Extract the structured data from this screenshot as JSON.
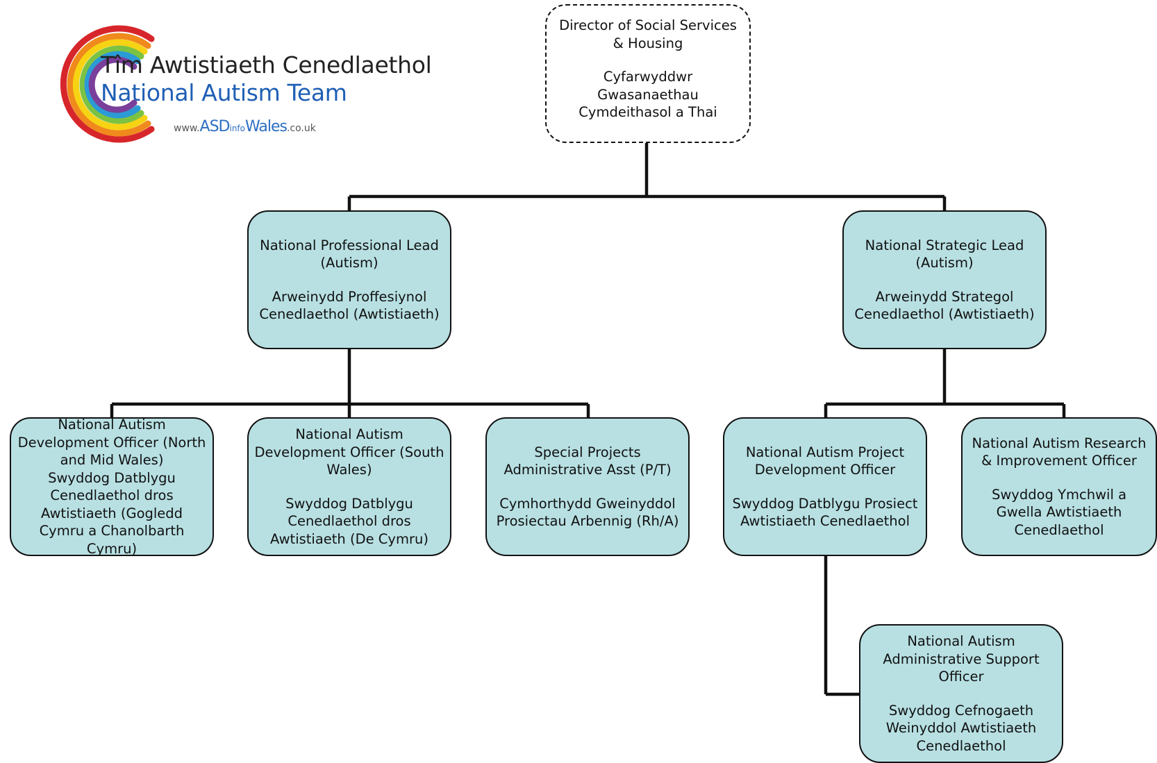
{
  "logo": {
    "welsh": "Tîm Awtistiaeth Cenedlaethol",
    "english": "National Autism Team",
    "url_prefix": "www.",
    "url_asd": "ASD",
    "url_info": "info",
    "url_wales": "Wales",
    "url_suffix": ".co.uk",
    "ring_colors": [
      "#d7262b",
      "#f08a1c",
      "#f6d313",
      "#7cc242",
      "#2b9bd6",
      "#7a3f9a"
    ]
  },
  "nodes": {
    "director": {
      "en": "Director of Social Services & Housing",
      "cy": "Cyfarwyddwr Gwasanaethau Cymdeithasol a Thai"
    },
    "professional_lead": {
      "en": "National Professional Lead (Autism)",
      "cy": "Arweinydd Proffesiynol Cenedlaethol (Awtistiaeth)"
    },
    "strategic_lead": {
      "en": "National Strategic Lead (Autism)",
      "cy": "Arweinydd Strategol Cenedlaethol (Awtistiaeth)"
    },
    "dev_officer_north": {
      "en": "National Autism Development Officer (North and Mid Wales)",
      "cy": "Swyddog Datblygu Cenedlaethol dros Awtistiaeth (Gogledd Cymru a Chanolbarth Cymru)"
    },
    "dev_officer_south": {
      "en": "National Autism Development Officer (South Wales)",
      "cy": "Swyddog Datblygu Cenedlaethol dros Awtistiaeth (De Cymru)"
    },
    "special_projects": {
      "en": "Special Projects Administrative Asst (P/T)",
      "cy": "Cymhorthydd Gweinyddol Prosiectau Arbennig (Rh/A)"
    },
    "project_dev_officer": {
      "en": "National Autism Project Development Officer",
      "cy": "Swyddog Datblygu Prosiect Awtistiaeth Cenedlaethol"
    },
    "research_officer": {
      "en": "National Autism Research & Improvement Officer",
      "cy": "Swyddog Ymchwil a Gwella Awtistiaeth Cenedlaethol"
    },
    "admin_support_officer": {
      "en": "National Autism Administrative Support Officer",
      "cy": "Swyddog Cefnogaeth Weinyddol Awtistiaeth Cenedlaethol"
    }
  },
  "edges": [
    [
      "director",
      "professional_lead"
    ],
    [
      "director",
      "strategic_lead"
    ],
    [
      "professional_lead",
      "dev_officer_north"
    ],
    [
      "professional_lead",
      "dev_officer_south"
    ],
    [
      "professional_lead",
      "special_projects"
    ],
    [
      "strategic_lead",
      "project_dev_officer"
    ],
    [
      "strategic_lead",
      "research_officer"
    ],
    [
      "project_dev_officer",
      "admin_support_officer"
    ]
  ]
}
